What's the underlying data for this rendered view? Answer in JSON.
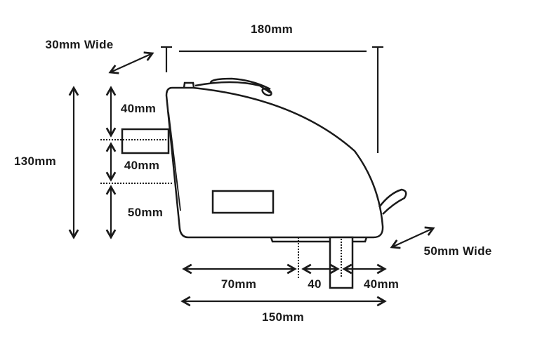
{
  "colors": {
    "ink": "#1a1a1a",
    "background": "#ffffff"
  },
  "labels": {
    "overall_length": "180mm",
    "clip_width": "30mm Wide",
    "overall_height": "130mm",
    "top_to_clip": "40mm",
    "clip_to_mid": "40mm",
    "mid_to_bottom": "50mm",
    "front_to_post": "70mm",
    "post_offset": "40",
    "post_to_rear": "40mm",
    "base_length": "150mm",
    "post_width": "50mm Wide"
  }
}
